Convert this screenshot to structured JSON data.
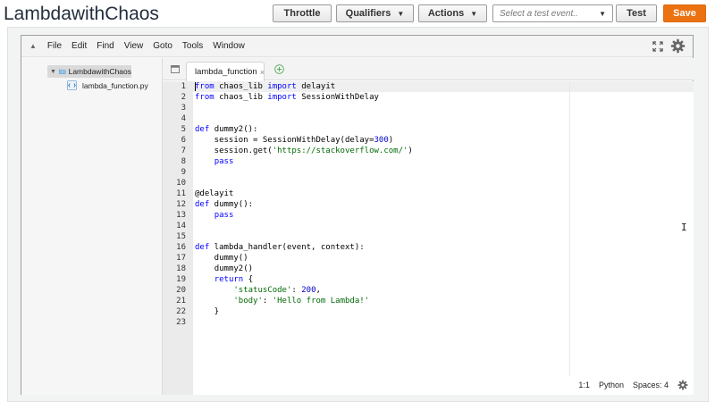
{
  "header": {
    "function_name": "LambdawithChaos",
    "throttle_label": "Throttle",
    "qualifiers_label": "Qualifiers",
    "actions_label": "Actions",
    "test_event_placeholder": "Select a test event..",
    "test_label": "Test",
    "save_label": "Save",
    "save_color": "#ec7211"
  },
  "menu": {
    "items": [
      "File",
      "Edit",
      "Find",
      "View",
      "Goto",
      "Tools",
      "Window"
    ]
  },
  "tree": {
    "root_folder": "LambdawithChaos",
    "files": [
      "lambda_function.py"
    ]
  },
  "editor": {
    "tab_label": "lambda_function",
    "close_glyph": "×",
    "line_numbers": [
      "1",
      "2",
      "3",
      "4",
      "5",
      "6",
      "7",
      "8",
      "9",
      "10",
      "11",
      "12",
      "13",
      "14",
      "15",
      "16",
      "17",
      "18",
      "19",
      "20",
      "21",
      "22",
      "23"
    ],
    "lines": [
      "from chaos_lib import delayit",
      "from chaos_lib import SessionWithDelay",
      "",
      "",
      "def dummy2():",
      "    session = SessionWithDelay(delay=300)",
      "    session.get('https://stackoverflow.com/')",
      "    pass",
      "",
      "",
      "@delayit",
      "def dummy():",
      "    pass",
      "",
      "",
      "def lambda_handler(event, context):",
      "    dummy()",
      "    dummy2()",
      "    return {",
      "        'statusCode': 200,",
      "        'body': 'Hello from Lambda!'",
      "    }",
      ""
    ]
  },
  "status": {
    "position": "1:1",
    "language": "Python",
    "indent": "Spaces: 4"
  }
}
